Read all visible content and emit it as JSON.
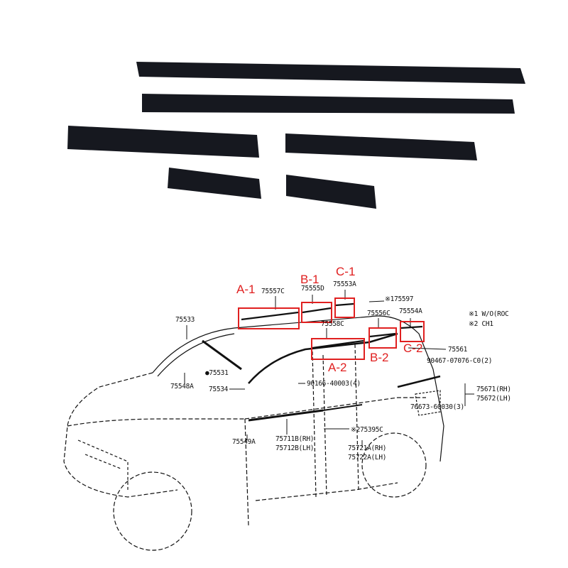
{
  "colors": {
    "strip": "#16181f",
    "highlight": "#e02020",
    "line": "#111111"
  },
  "callouts": [
    {
      "id": "a1",
      "label": "A-1"
    },
    {
      "id": "b1",
      "label": "B-1"
    },
    {
      "id": "c1",
      "label": "C-1"
    },
    {
      "id": "a2",
      "label": "A-2"
    },
    {
      "id": "b2",
      "label": "B-2"
    },
    {
      "id": "c2",
      "label": "C-2"
    }
  ],
  "part_numbers": {
    "p75557c": "75557C",
    "p75555d": "75555D",
    "p75553a": "75553A",
    "p175597": "※175597",
    "p75556c": "75556C",
    "p75554a": "75554A",
    "note1": "※1 W/O(ROC",
    "note2": "※2 CH1",
    "p75533": "75533",
    "p75558c": "75558C",
    "p75561": "75561",
    "p90467": "90467-07076-C0(2)",
    "p75531": "●75531",
    "p75548a": "75548A",
    "p75534": "75534",
    "p90166": "90166-40003(4)",
    "p75671": "75671(RH)",
    "p75672": "75672(LH)",
    "p76673": "76673-60030(3)",
    "p75549a": "75549A",
    "p75711b": "75711B(RH)",
    "p75712b": "75712B(LH)",
    "p75395c": "※275395C",
    "p75721a": "75721A(RH)",
    "p75722a": "75722A(LH)"
  }
}
